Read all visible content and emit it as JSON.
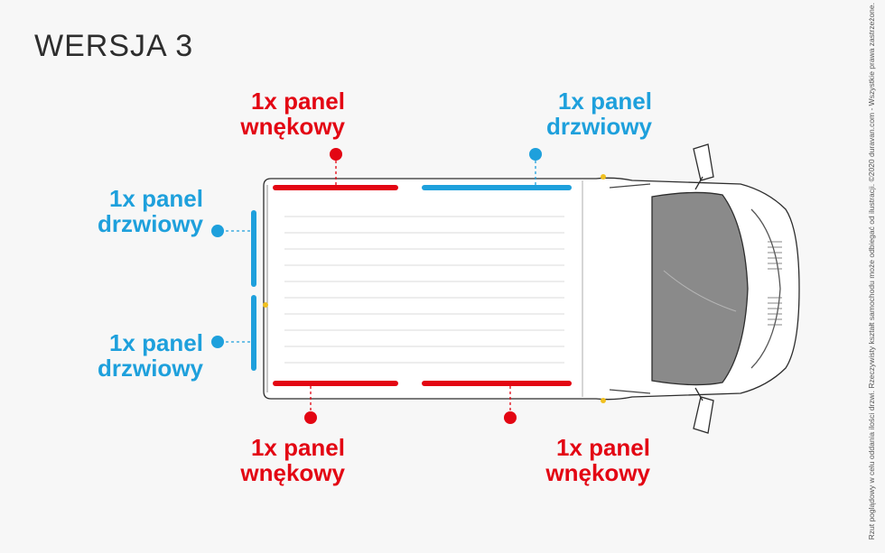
{
  "title": "WERSJA 3",
  "labels": {
    "top_left": {
      "line1": "1x panel",
      "line2": "wnękowy"
    },
    "top_right": {
      "line1": "1x panel",
      "line2": "drzwiowy"
    },
    "rear_upper": {
      "line1": "1x panel",
      "line2": "drzwiowy"
    },
    "rear_lower": {
      "line1": "1x panel",
      "line2": "drzwiowy"
    },
    "bottom_left": {
      "line1": "1x panel",
      "line2": "wnękowy"
    },
    "bottom_right": {
      "line1": "1x panel",
      "line2": "wnękowy"
    }
  },
  "side_note": "Rzut poglądowy w celu oddania ilości drzwi. Rzeczywisty kształt samochodu może odbiegać od ilustracji. ©2020 duravan.com - Wszystkie prawa zastrzeżone.",
  "colors": {
    "red": "#e30613",
    "blue": "#1ea0dc"
  }
}
